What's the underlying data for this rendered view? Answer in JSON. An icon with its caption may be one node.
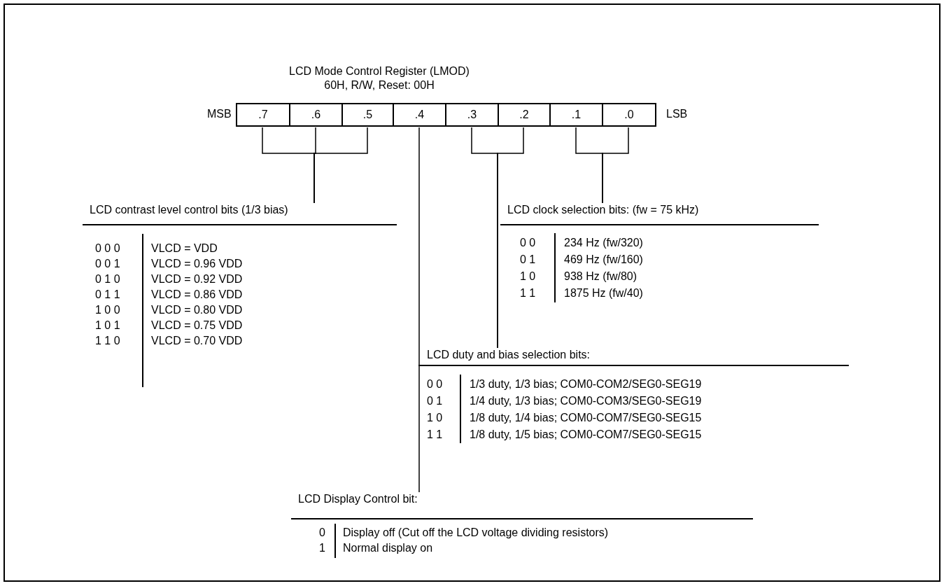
{
  "diagram": {
    "title": "LCD Mode Control Register (LMOD)",
    "nodes": [
      {
        "text": [
          ".7"
        ]
      },
      {
        "text": [
          ".6"
        ]
      },
      {
        "text": [
          ".5"
        ]
      },
      {
        "text": [
          ".4"
        ]
      },
      {
        "text": [
          ".3"
        ]
      },
      {
        "text": [
          ".2"
        ]
      },
      {
        "text": [
          ".1"
        ]
      },
      {
        "text": [
          ".0"
        ]
      },
      {
        "text": [
          "LCD contrast level control bits (1/3 bias)"
        ]
      },
      {
        "text": [
          "LCD clock selection bits: (fw = 75 kHz)"
        ]
      },
      {
        "text": [
          "LCD duty and bias selection bits:"
        ]
      },
      {
        "text": [
          "LCD Display Control bit:"
        ]
      }
    ],
    "edges": [
      {
        "from": 0,
        "to": 8,
        "arrow": "none"
      },
      {
        "from": 1,
        "to": 8,
        "arrow": "none"
      },
      {
        "from": 2,
        "to": 8,
        "arrow": "none"
      },
      {
        "from": 3,
        "to": 11,
        "arrow": "none"
      },
      {
        "from": 4,
        "to": 10,
        "arrow": "none"
      },
      {
        "from": 5,
        "to": 10,
        "arrow": "none"
      },
      {
        "from": 6,
        "to": 9,
        "arrow": "none"
      },
      {
        "from": 7,
        "to": 9,
        "arrow": "none"
      }
    ],
    "labels": [
      "60H, R/W, Reset: 00H",
      "MSB",
      "LSB",
      "0 0 0",
      "VLCD = VDD",
      "0 0 1",
      "VLCD = 0.96 VDD",
      "0 1 0",
      "VLCD = 0.92 VDD",
      "0 1 1",
      "VLCD = 0.86 VDD",
      "1 0 0",
      "VLCD = 0.80 VDD",
      "1 0 1",
      "VLCD = 0.75 VDD",
      "1 1 0",
      "VLCD = 0.70 VDD",
      "0 0",
      "234 Hz (fw/320)",
      "0 1",
      "469 Hz (fw/160)",
      "1 0",
      "938 Hz (fw/80)",
      "1 1",
      "1875 Hz (fw/40)",
      "0 0",
      "1/3 duty, 1/3 bias; COM0-COM2/SEG0-SEG19",
      "0 1",
      "1/4 duty, 1/3 bias; COM0-COM3/SEG0-SEG19",
      "1 0",
      "1/8 duty, 1/4 bias; COM0-COM7/SEG0-SEG15",
      "1 1",
      "1/8 duty, 1/5 bias; COM0-COM7/SEG0-SEG15",
      "0",
      "Display off (Cut off the LCD voltage dividing resistors)",
      "1",
      "Normal display on"
    ]
  }
}
